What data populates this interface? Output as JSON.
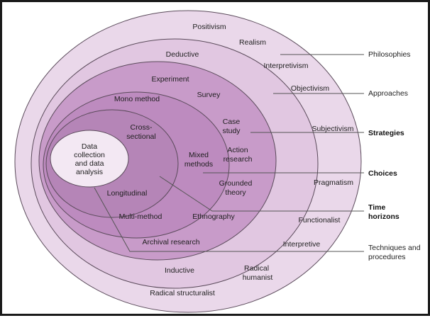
{
  "colors": {
    "layer1": "#ead8ea",
    "layer2": "#e1c7e1",
    "layer3": "#c89bc9",
    "layer4": "#bd8bbf",
    "layer5": "#b585b7",
    "core": "#f3e8f3",
    "stroke": "#5a4a5a",
    "line": "#555555"
  },
  "layers": {
    "philosophies": {
      "items": [
        "Positivism",
        "Realism",
        "Interpretivism",
        "Objectivism",
        "Subjectivism",
        "Pragmatism",
        "Functionalist",
        "Interpretive",
        "Radical humanist",
        "Radical structuralist"
      ]
    },
    "approaches": {
      "items": [
        "Deductive",
        "Inductive"
      ]
    },
    "strategies": {
      "items": [
        "Experiment",
        "Survey",
        "Case study",
        "Action research",
        "Grounded theory",
        "Ethnography",
        "Archival research"
      ]
    },
    "choices": {
      "items": [
        "Mono method",
        "Mixed methods",
        "Multi-method"
      ]
    },
    "time_horizons": {
      "items": [
        "Cross-sectional",
        "Longitudinal"
      ]
    },
    "core": {
      "lines": [
        "Data",
        "collection",
        "and data",
        "analysis"
      ]
    }
  },
  "labels": {
    "philosophies": "Philosophies",
    "approaches": "Approaches",
    "strategies": "Strategies",
    "choices": "Choices",
    "time_horizons": [
      "Time",
      "horizons"
    ],
    "techniques": [
      "Techniques and",
      "procedures"
    ]
  }
}
